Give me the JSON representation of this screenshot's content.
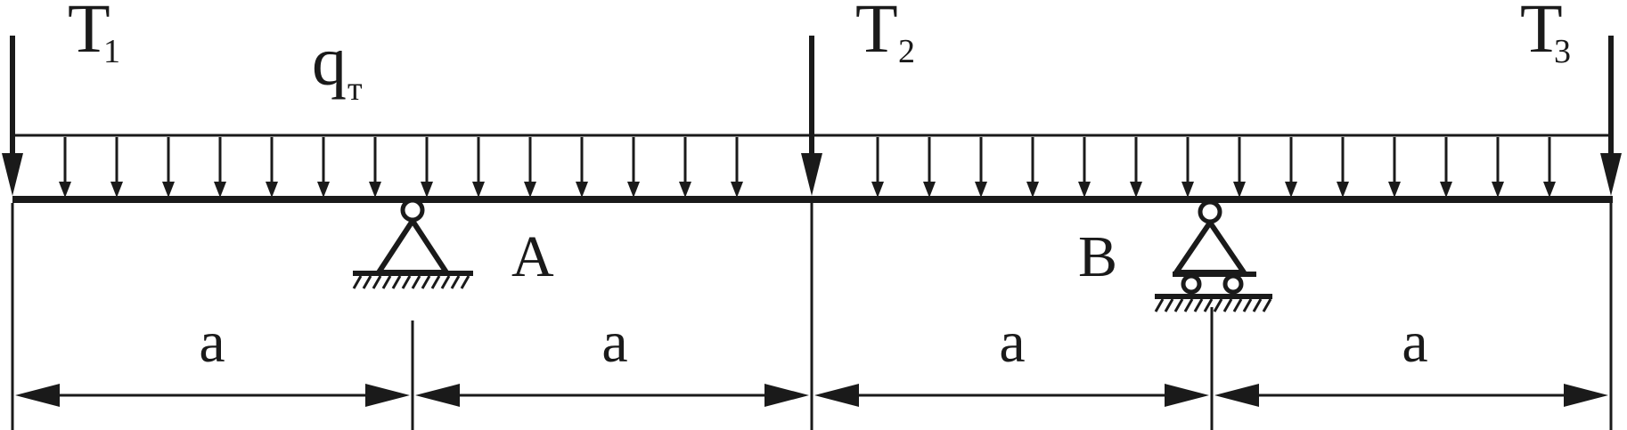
{
  "labels": {
    "force_1": "T",
    "force_1_sub": "1",
    "force_2": "T",
    "force_2_sub": "2",
    "force_3": "T",
    "force_3_sub": "3",
    "load": "q",
    "load_sub": "т",
    "support_a": "A",
    "support_b": "B"
  },
  "dimensions": [
    "a",
    "a",
    "a",
    "a"
  ],
  "colors": {
    "ink": "#1a1a1a",
    "background": "#ffffff"
  }
}
